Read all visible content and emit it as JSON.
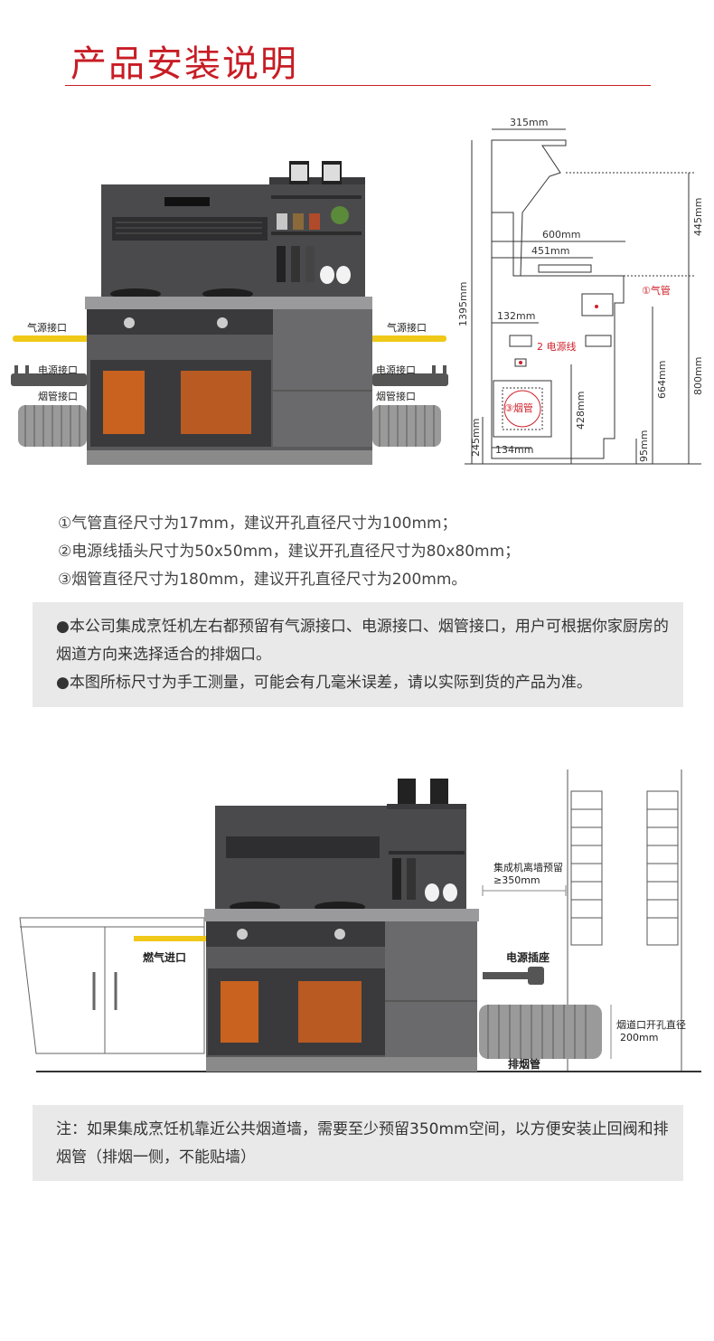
{
  "header": {
    "title": "产品安装说明"
  },
  "diagram1": {
    "labels": {
      "gas": "气源接口",
      "power": "电源接口",
      "flue": "烟管接口"
    }
  },
  "diagram2": {
    "dims": {
      "w315": "315mm",
      "h445": "445mm",
      "w600": "600mm",
      "w451": "451mm",
      "h1395": "1395mm",
      "w132": "132mm",
      "h664": "664mm",
      "h800": "800mm",
      "h428": "428mm",
      "h245": "245mm",
      "w134": "134mm",
      "h95": "95mm"
    },
    "callouts": {
      "gas": "①气管",
      "power": "2 电源线",
      "flue": "③烟管"
    }
  },
  "specs": [
    "①气管直径尺寸为17mm，建议开孔直径尺寸为100mm；",
    "②电源线插头尺寸为50x50mm，建议开孔直径尺寸为80x80mm；",
    "③烟管直径尺寸为180mm，建议开孔直径尺寸为200mm。"
  ],
  "notice": [
    "●本公司集成烹饪机左右都预留有气源接口、电源接口、烟管接口，用户可根据你家厨房的烟道方向来选择适合的排烟口。",
    "●本图所标尺寸为手工测量，可能会有几毫米误差，请以实际到货的产品为准。"
  ],
  "diagram3": {
    "labels": {
      "gas_inlet": "燃气进口",
      "wall_gap_1": "集成机离墙预留",
      "wall_gap_2": "≥350mm",
      "socket": "电源插座",
      "hole_1": "烟道口开孔直径",
      "hole_2": "200mm",
      "exhaust": "排烟管"
    }
  },
  "footnote": "注：如果集成烹饪机靠近公共烟道墙，需要至少预留350mm空间，以方便安装止回阀和排烟管（排烟一侧，不能贴墙）"
}
